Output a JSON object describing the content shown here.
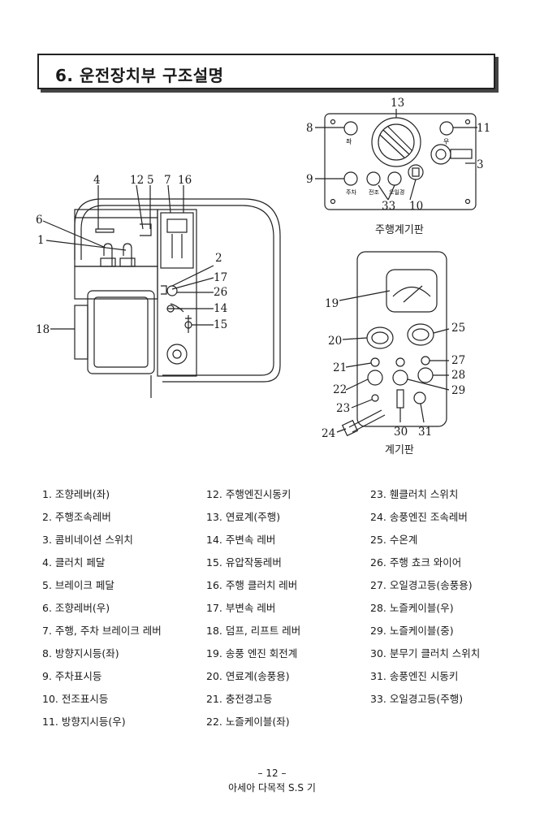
{
  "title": "6. 운전장치부 구조설명",
  "captions": {
    "top_panel": "주행계기판",
    "bottom_panel": "계기판"
  },
  "panel_labels": {
    "left": "좌",
    "park": "주차",
    "headlight": "전조",
    "oil": "오일경",
    "right": "우"
  },
  "callouts": {
    "n1": "1",
    "n2": "2",
    "n3": "3",
    "n4": "4",
    "n5": "5",
    "n6": "6",
    "n7": "7",
    "n8": "8",
    "n9": "9",
    "n10": "10",
    "n11": "11",
    "n12": "12",
    "n13": "13",
    "n14": "14",
    "n15": "15",
    "n16": "16",
    "n17": "17",
    "n18": "18",
    "n19": "19",
    "n20": "20",
    "n21": "21",
    "n22": "22",
    "n23": "23",
    "n24": "24",
    "n25": "25",
    "n26": "26",
    "n27": "27",
    "n28": "28",
    "n29": "29",
    "n30": "30",
    "n31": "31",
    "n33": "33"
  },
  "legend": {
    "col1": [
      "1. 조향레버(좌)",
      "2. 주행조속레버",
      "3. 콤비네이션 스위치",
      "4. 클러치 페달",
      "5. 브레이크 페달",
      "6. 조향레버(우)",
      "7. 주행, 주차 브레이크 레버",
      "8. 방향지시등(좌)",
      "9. 주차표시등",
      "10. 전조표시등",
      "11. 방향지시등(우)"
    ],
    "col2": [
      "12. 주행엔진시동키",
      "13. 연료계(주행)",
      "14. 주변속 레버",
      "15. 유압작동레버",
      "16. 주행 클러치 레버",
      "17. 부변속 레버",
      "18. 덤프, 리프트 레버",
      "19. 송풍 엔진 회전계",
      "20. 연료계(송풍용)",
      "21. 충전경고등",
      "22. 노즐케이블(좌)"
    ],
    "col3": [
      "23. 휀클러치 스위치",
      "24. 송풍엔진 조속레버",
      "25. 수온계",
      "26. 주행 쵸크 와이어",
      "27. 오일경고등(송풍용)",
      "28. 노즐케이블(우)",
      "29. 노즐케이블(중)",
      "30. 분무기 클러치 스위치",
      "31. 송풍엔진 시동키",
      "33. 오일경고등(주행)"
    ]
  },
  "footer": {
    "page": "– 12 –",
    "publisher": "아세아 다목적 S.S 기"
  }
}
